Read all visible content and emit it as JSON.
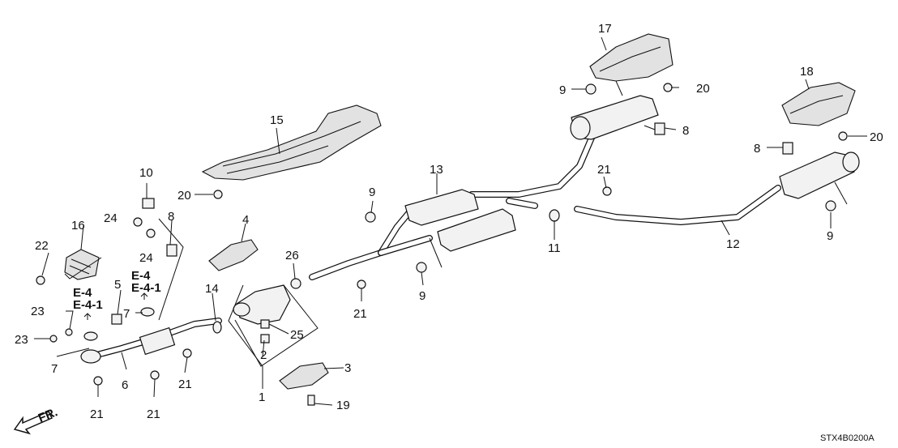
{
  "parts": [
    {
      "id": "p1",
      "number": "1"
    },
    {
      "id": "p2",
      "number": "2"
    },
    {
      "id": "p3",
      "number": "3"
    },
    {
      "id": "p4",
      "number": "4"
    },
    {
      "id": "p5",
      "number": "5"
    },
    {
      "id": "p6",
      "number": "6"
    },
    {
      "id": "p7a",
      "number": "7"
    },
    {
      "id": "p7b",
      "number": "7"
    },
    {
      "id": "p8a",
      "number": "8"
    },
    {
      "id": "p8b",
      "number": "8"
    },
    {
      "id": "p8c",
      "number": "8"
    },
    {
      "id": "p9a",
      "number": "9"
    },
    {
      "id": "p9b",
      "number": "9"
    },
    {
      "id": "p9c",
      "number": "9"
    },
    {
      "id": "p9d",
      "number": "9"
    },
    {
      "id": "p10",
      "number": "10"
    },
    {
      "id": "p11",
      "number": "11"
    },
    {
      "id": "p12",
      "number": "12"
    },
    {
      "id": "p13",
      "number": "13"
    },
    {
      "id": "p14",
      "number": "14"
    },
    {
      "id": "p15",
      "number": "15"
    },
    {
      "id": "p16",
      "number": "16"
    },
    {
      "id": "p17",
      "number": "17"
    },
    {
      "id": "p18",
      "number": "18"
    },
    {
      "id": "p19",
      "number": "19"
    },
    {
      "id": "p20a",
      "number": "20"
    },
    {
      "id": "p20b",
      "number": "20"
    },
    {
      "id": "p20c",
      "number": "20"
    },
    {
      "id": "p21a",
      "number": "21"
    },
    {
      "id": "p21b",
      "number": "21"
    },
    {
      "id": "p21c",
      "number": "21"
    },
    {
      "id": "p21d",
      "number": "21"
    },
    {
      "id": "p21e",
      "number": "21"
    },
    {
      "id": "p22",
      "number": "22"
    },
    {
      "id": "p23a",
      "number": "23"
    },
    {
      "id": "p23b",
      "number": "23"
    },
    {
      "id": "p24a",
      "number": "24"
    },
    {
      "id": "p24b",
      "number": "24"
    },
    {
      "id": "p25",
      "number": "25"
    },
    {
      "id": "p26",
      "number": "26"
    }
  ],
  "refs": {
    "e4_top": "E-4",
    "e41_top": "E-4-1",
    "e4_left": "E-4",
    "e41_left": "E-4-1"
  },
  "front_label": "FR.",
  "diagram_code": "STX4B0200A"
}
